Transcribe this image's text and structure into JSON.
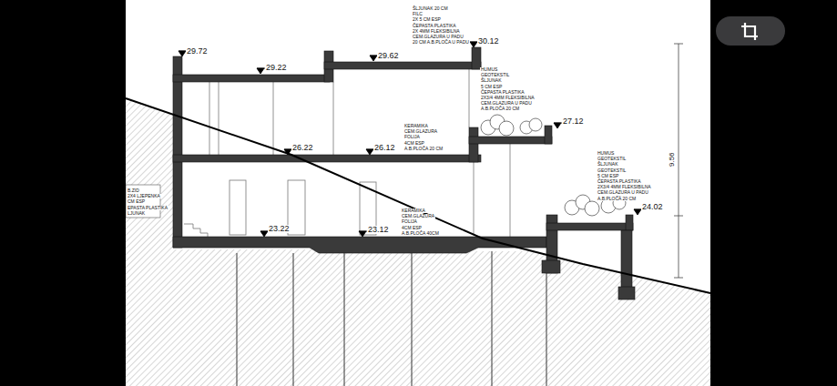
{
  "diagram": {
    "labels": [
      "29.72",
      "29.22",
      "29.62",
      "30.12",
      "27.12",
      "26.22",
      "26.12",
      "23.22",
      "23.12",
      "24.02",
      "ŠLJUNAK 20 CM",
      "FILC",
      "2X 5 CM ESP",
      "ČEPASTA PLASTIKA",
      "2X 4MM FLEKSIBILNA",
      "CEM.GLAZURA U PADU",
      "20 CM A.B.PLOČA U PADU",
      "HUMUS",
      "GEOTEKSTIL",
      "ŠLJUNAK",
      "5 CM ESP",
      "ČEPASTA PLASTIKA",
      "2X3/4 4MM FLEKSIBILNA",
      "CEM.GLAZURA U PADU",
      "A.B.PLOČA 20 CM",
      "HUMUS",
      "GEOTEKSTIL",
      "ŠLJUNAK",
      "GEOTEKSTIL",
      "5 CM ESP",
      "ČEPASTA PLASTIKA",
      "2X3/4 4MM FLEKSIBILNA",
      "CEM.GLAZURA U PADU",
      "A.B.PLOČA 20 CM",
      "KERAMIKA",
      "CEM.GLAZURA",
      "FOLIJA",
      "4CM ESP",
      "A.B.PLOČA 20 CM",
      "KERAMIKA",
      "CEM.GLAZURA",
      "FOLIJA",
      "4CM ESP",
      "A.B.PLOČA 40CM",
      "B.ZID",
      "2X4 LJEPENKA",
      "CM ESP",
      "EPASTA PLASTIKA",
      "LJUNAK",
      "9.56"
    ]
  }
}
